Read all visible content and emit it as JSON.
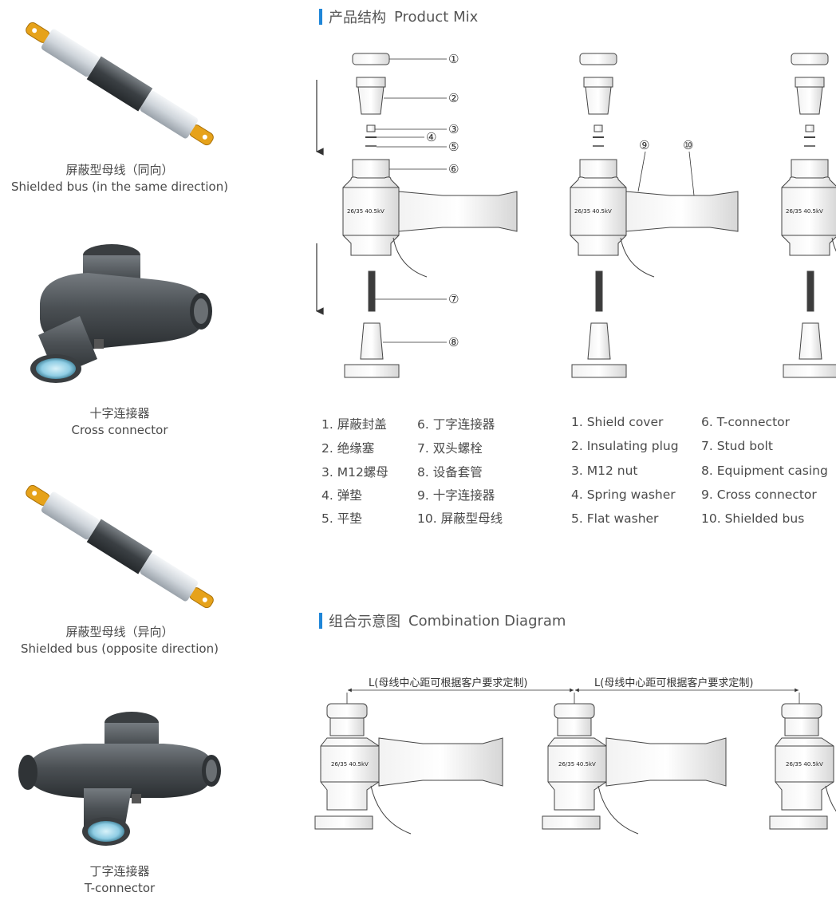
{
  "products": [
    {
      "zh": "屏蔽型母线（同向）",
      "en": "Shielded bus (in the same direction)",
      "icon": "shielded-bus-same-direction-image"
    },
    {
      "zh": "十字连接器",
      "en": "Cross connector",
      "icon": "cross-connector-image"
    },
    {
      "zh": "屏蔽型母线（异向）",
      "en": "Shielded bus (opposite direction)",
      "icon": "shielded-bus-opposite-direction-image"
    },
    {
      "zh": "丁字连接器",
      "en": "T-connector",
      "icon": "t-connector-image"
    }
  ],
  "product_mix": {
    "title_zh": "产品结构",
    "title_en": "Product Mix",
    "callouts": [
      "①",
      "②",
      "③",
      "④",
      "⑤",
      "⑥",
      "⑦",
      "⑧",
      "⑨",
      "⑩"
    ],
    "connector_label": "26/35 40.5kV"
  },
  "legend_zh": [
    "1. 屏蔽封盖",
    "2. 绝缘塞",
    "3. M12螺母",
    "4. 弹垫",
    "5. 平垫",
    "6. 丁字连接器",
    "7. 双头螺栓",
    "8. 设备套管",
    "9. 十字连接器",
    "10. 屏蔽型母线"
  ],
  "legend_en": [
    "1. Shield cover",
    "2. Insulating plug",
    "3. M12 nut",
    "4. Spring washer",
    "5. Flat washer",
    "6. T-connector",
    "7. Stud bolt",
    "8. Equipment casing",
    "9. Cross connector",
    "10. Shielded bus"
  ],
  "combination": {
    "title_zh": "组合示意图",
    "title_en": "Combination Diagram",
    "dimension_label": "L(母线中心距可根据客户要求定制)"
  },
  "colors": {
    "accent": "#1f86d8",
    "rod_dark": "#4a4f52",
    "rod_light": "#dfe3e8",
    "lug": "#e6a21a",
    "connector": "#4f5356",
    "bore": "#9fd3e6"
  }
}
